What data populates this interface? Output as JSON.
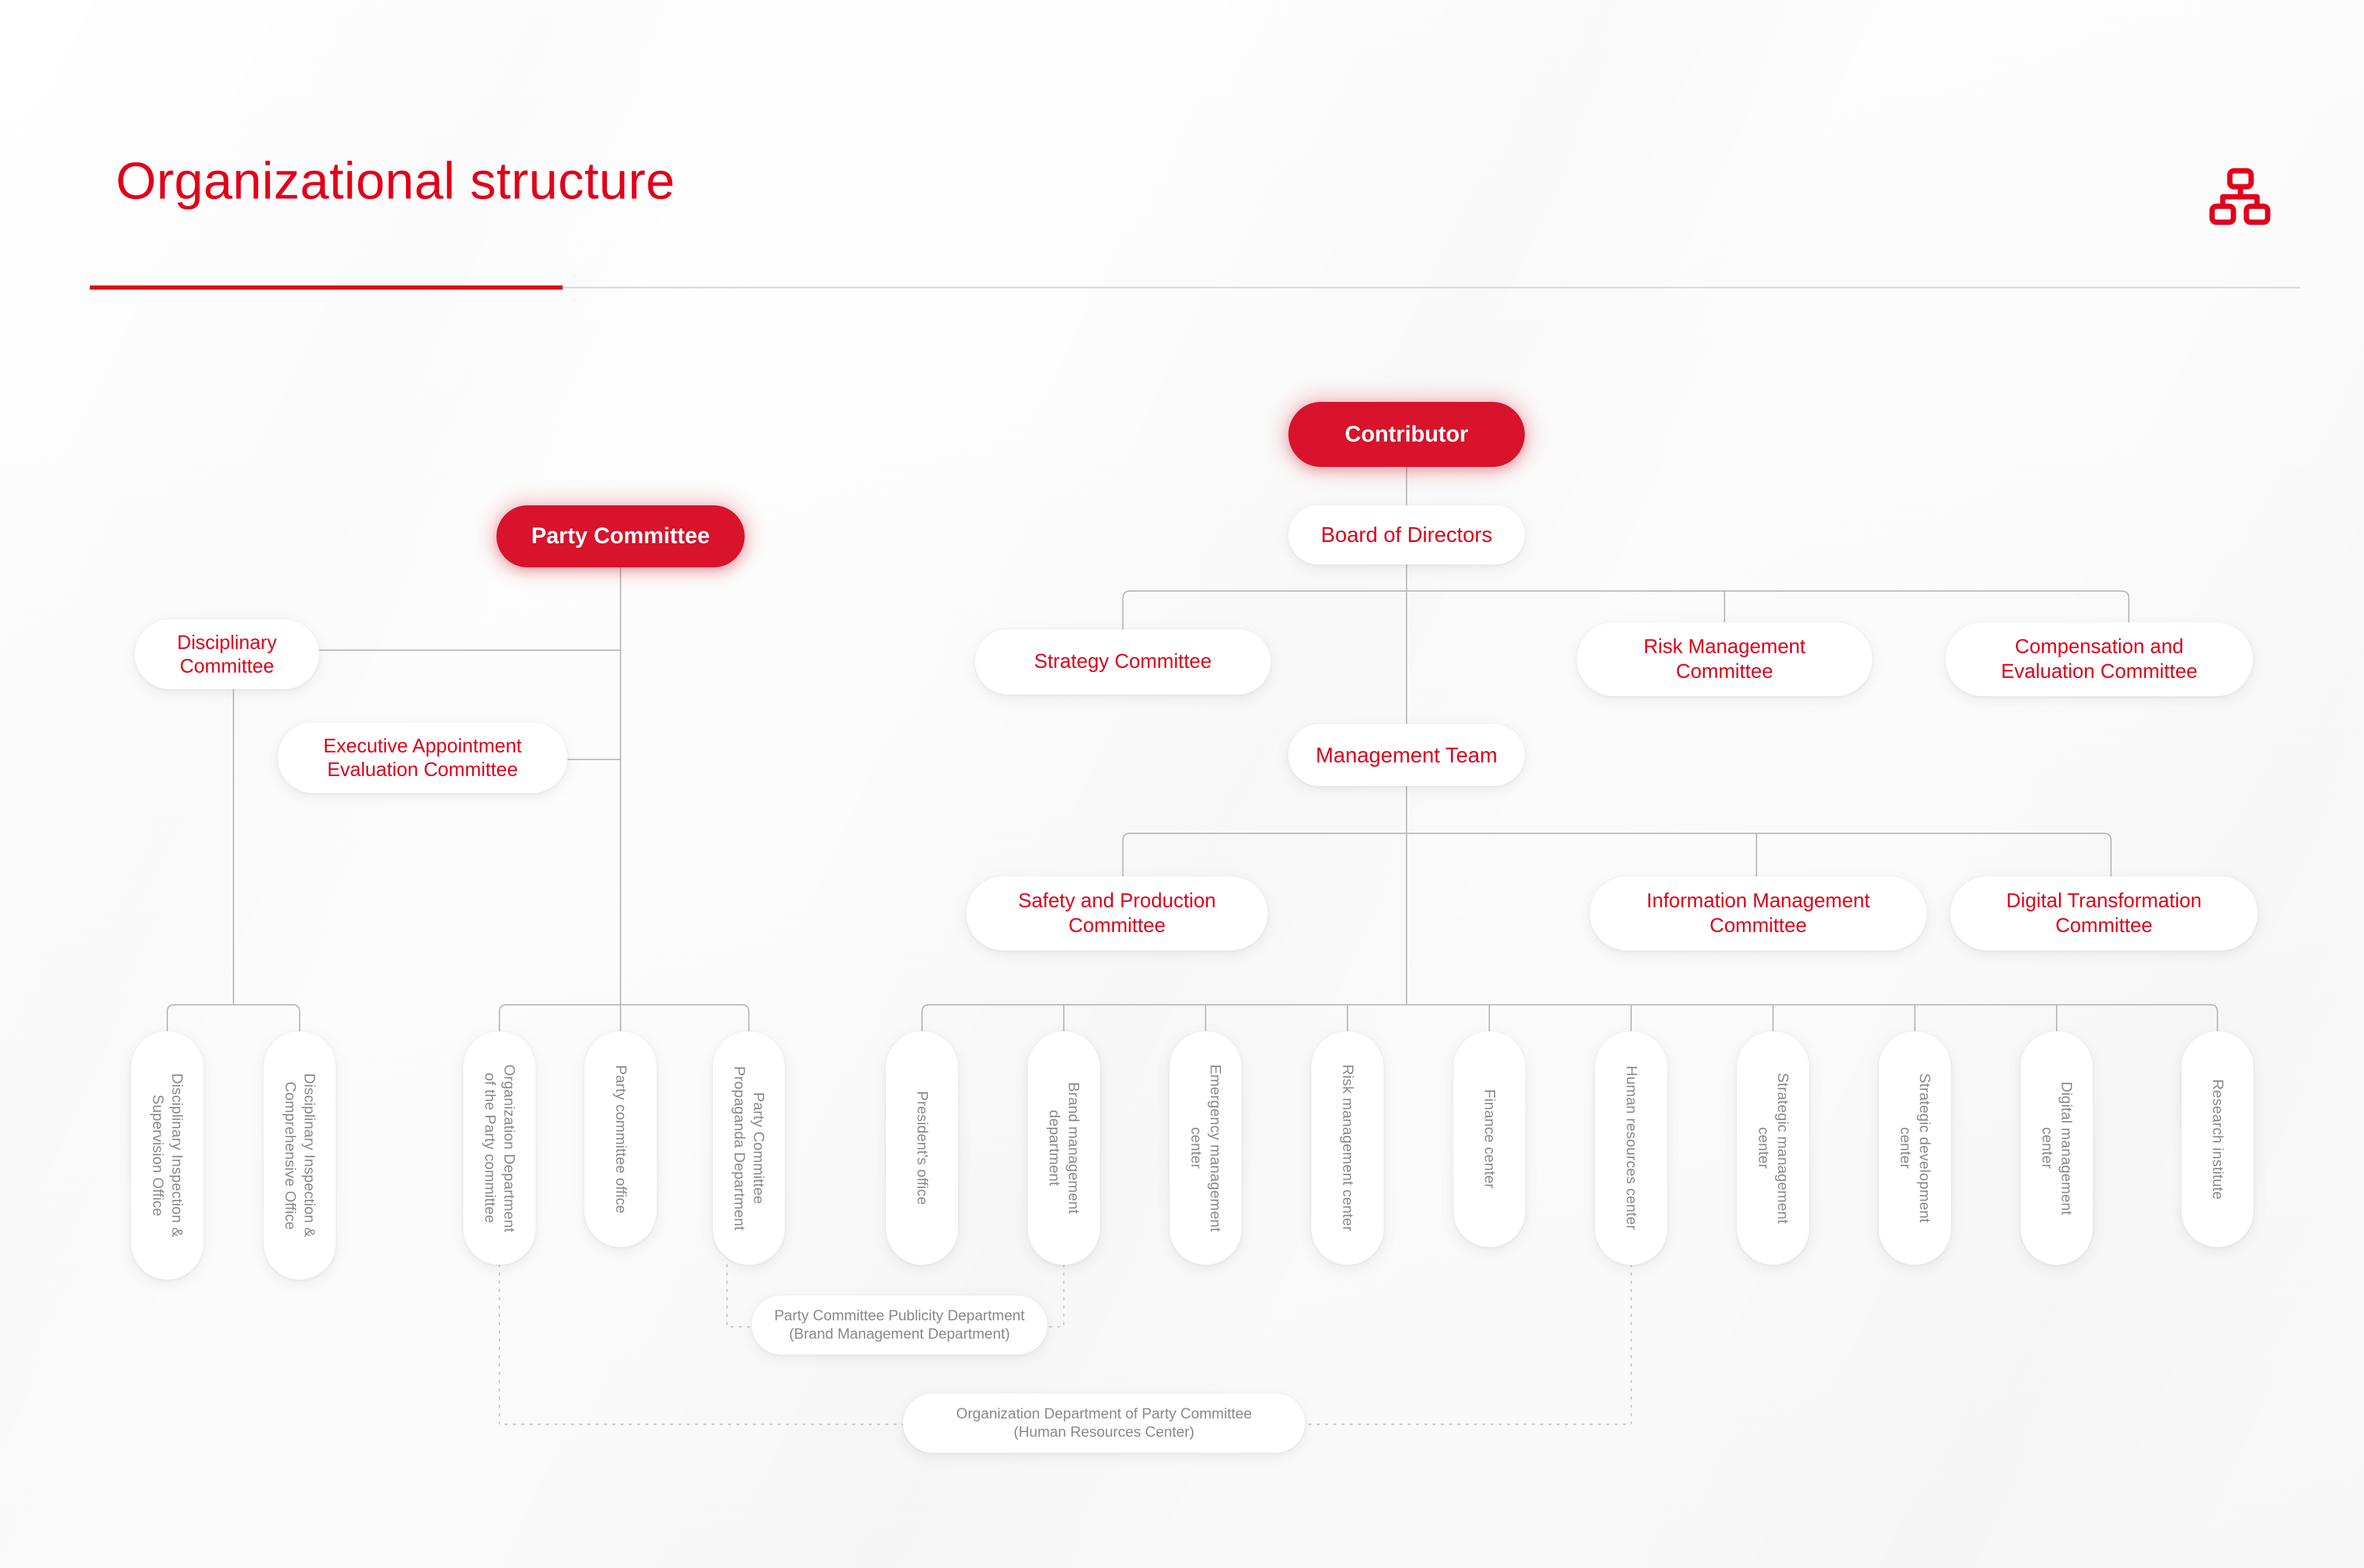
{
  "header": {
    "title": "Organizational structure",
    "icon": "sitemap-icon",
    "accent_color": "#e2001a",
    "rule_grey_color": "#dcdcdc"
  },
  "chart_data": {
    "type": "diagram",
    "title": "Organizational structure",
    "nodes": {
      "contributor": "Contributor",
      "board_of_directors": "Board of Directors",
      "party_committee": "Party Committee",
      "management_team": "Management Team",
      "strategy_committee": "Strategy Committee",
      "risk_management_committee": "Risk Management\nCommittee",
      "compensation_and_evaluation_committee": "Compensation and\nEvaluation Committee",
      "safety_and_production_committee": "Safety and Production\nCommittee",
      "information_management_committee": "Information Management\nCommittee",
      "digital_transformation_committee": "Digital Transformation\nCommittee",
      "disciplinary_committee": "Disciplinary\nCommittee",
      "executive_appointment_evaluation_committee": "Executive Appointment\nEvaluation Committee"
    },
    "departments": [
      {
        "label": "Disciplinary Inspection &\nSupervision Office"
      },
      {
        "label": "Disciplinary Inspection &\nComprehensive Office"
      },
      {
        "label": "Organization Department\nof the Party committee"
      },
      {
        "label": "Party committee office"
      },
      {
        "label": "Party Committee\nPropaganda Department"
      },
      {
        "label": "President's office"
      },
      {
        "label": "Brand management\ndepartment"
      },
      {
        "label": "Emergency management\ncenter"
      },
      {
        "label": "Risk management center"
      },
      {
        "label": "Finance center"
      },
      {
        "label": "Human resources center"
      },
      {
        "label": "Strategic management\ncenter"
      },
      {
        "label": "Strategic development\ncenter"
      },
      {
        "label": "Digital management\ncenter"
      },
      {
        "label": "Research institute"
      }
    ],
    "footnotes": [
      {
        "label": "Party Committee Publicity Department\n(Brand Management Department)"
      },
      {
        "label": "Organization Department of Party Committee\n(Human Resources Center)"
      }
    ],
    "edges": [
      {
        "from": "contributor",
        "to": "board_of_directors"
      },
      {
        "from": "board_of_directors",
        "to": "strategy_committee"
      },
      {
        "from": "board_of_directors",
        "to": "risk_management_committee"
      },
      {
        "from": "board_of_directors",
        "to": "compensation_and_evaluation_committee"
      },
      {
        "from": "board_of_directors",
        "to": "management_team"
      },
      {
        "from": "management_team",
        "to": "safety_and_production_committee"
      },
      {
        "from": "management_team",
        "to": "information_management_committee"
      },
      {
        "from": "management_team",
        "to": "digital_transformation_committee"
      },
      {
        "from": "party_committee",
        "to": "disciplinary_committee"
      },
      {
        "from": "party_committee",
        "to": "executive_appointment_evaluation_committee"
      }
    ]
  }
}
